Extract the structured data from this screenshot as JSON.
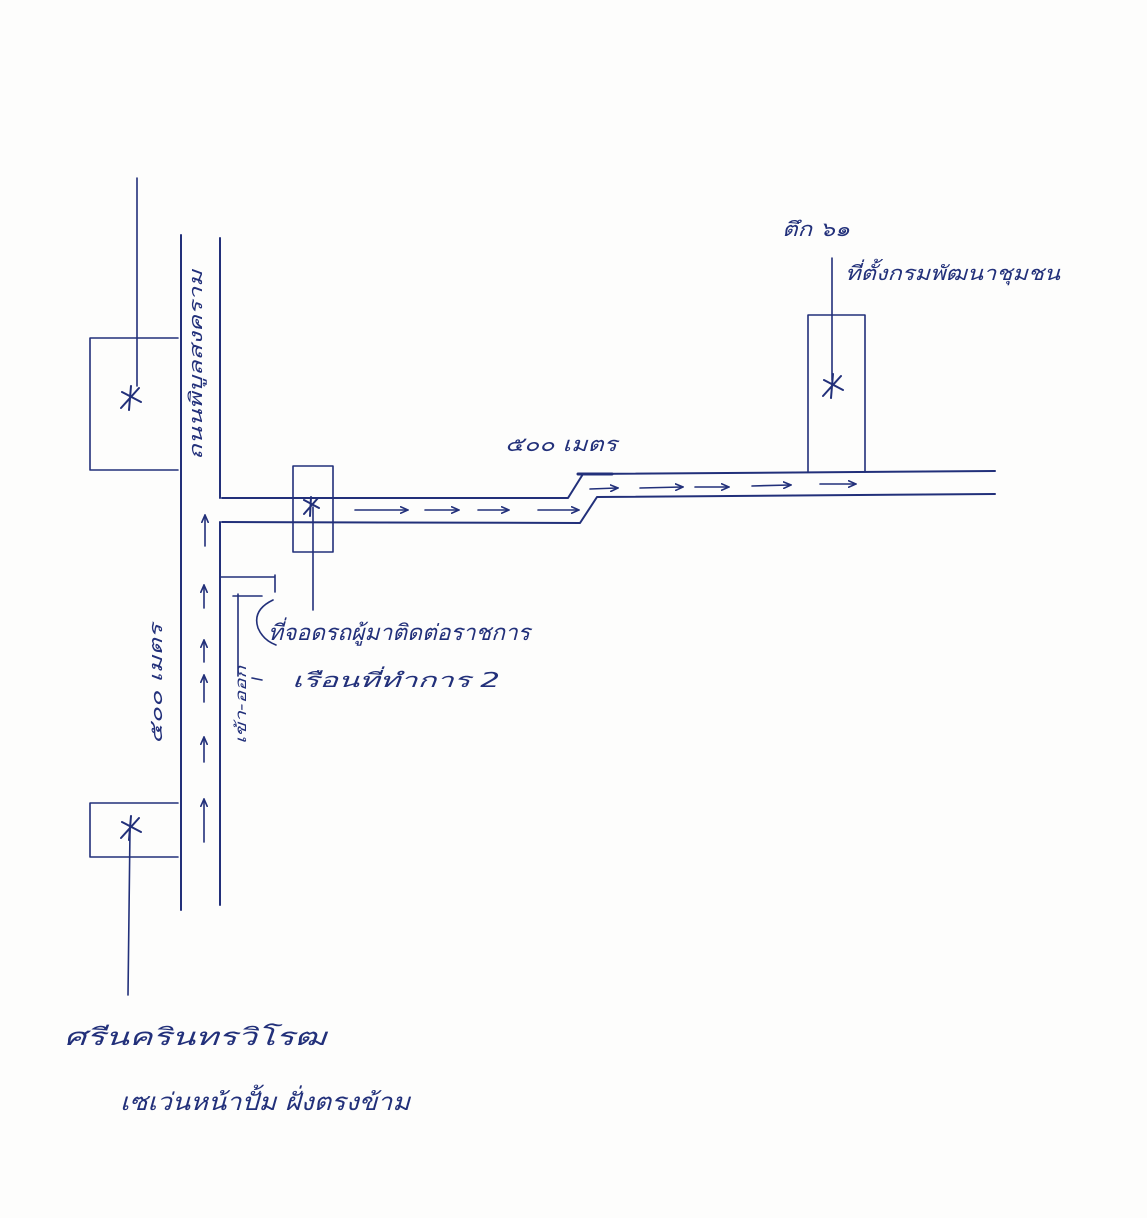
{
  "map": {
    "ink_color": "#22307a",
    "paper_color": "#fdfdfc",
    "marker_icon": "star-marker",
    "labels": {
      "distance_top": "๕๐๐ เมตร",
      "distance_left": "๕๐๐ เมตร",
      "road_name": "ถนนพิบูลสงคราม",
      "entrance": "เข้า-ออก",
      "parking_line1": "ที่จอดรถผู้มาติดต่อราชการ",
      "parking_line2": "เรือนที่ทำการ 2",
      "building_line1": "ตึก ๖๑",
      "building_line2": "ที่ตั้งกรมพัฒนาชุมชน",
      "landmark_line1": "ศรีนครินทรวิโรฒ",
      "landmark_line2": "เซเว่นหน้าปั้ม ฝั่งตรงข้าม"
    }
  }
}
